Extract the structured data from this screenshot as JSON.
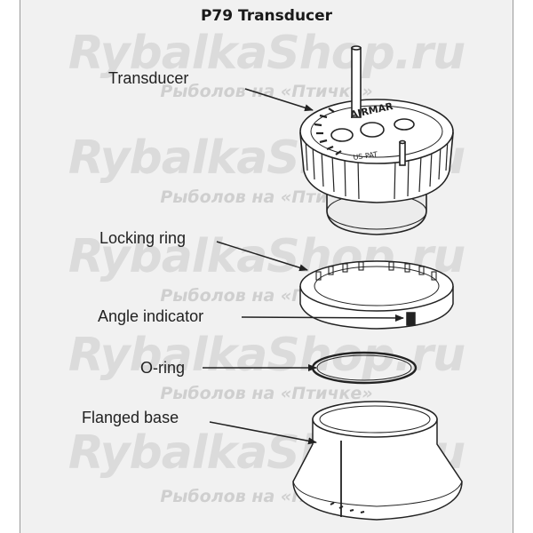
{
  "title": "P79 Transducer",
  "labels": {
    "transducer": "Transducer",
    "locking_ring": "Locking ring",
    "angle_indicator": "Angle indicator",
    "o_ring": "O-ring",
    "flanged_base": "Flanged base"
  },
  "device_markings": {
    "brand": "AIRMAR",
    "patent": "US PAT"
  },
  "watermark": {
    "main": "RybalkaShop.ru",
    "sub": "Рыболов на «Птичке»"
  },
  "colors": {
    "panel": "#f1f1f1",
    "line": "#222222",
    "watermark": "#c8c8c8"
  }
}
